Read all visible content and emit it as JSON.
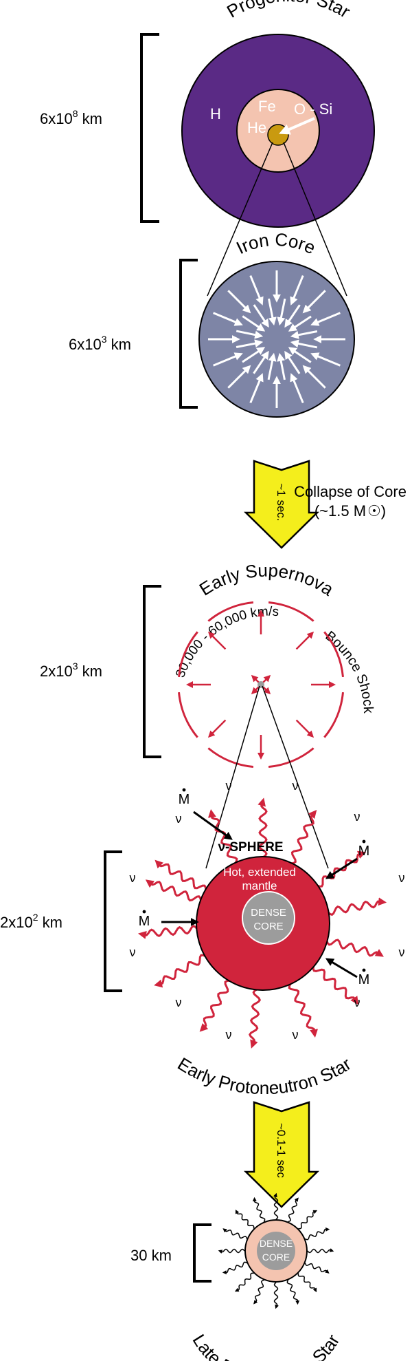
{
  "progenitor": {
    "title": "Progenitor Star",
    "scale_base": "6x10",
    "scale_exp": "8",
    "scale_unit": " km",
    "layers": {
      "h": "H",
      "he": "He",
      "fe": "Fe",
      "osi": "O - Si"
    }
  },
  "iron_core": {
    "title": "Iron Core",
    "scale_base": "6x10",
    "scale_exp": "3",
    "scale_unit": " km"
  },
  "collapse": {
    "arrow_label": "~1 sec.",
    "caption_line1": "Collapse of Core",
    "caption_line2_prefix": "(~1.5 M",
    "caption_line2_suffix": ")"
  },
  "early_supernova": {
    "title": "Early Supernova",
    "velocity": "30,000 - 60,000 km/s",
    "shock": "Bounce Shock",
    "scale_base": "2x10",
    "scale_exp": "3",
    "scale_unit": " km"
  },
  "early_pns": {
    "title": "Early Protoneutron Star",
    "nu_sphere": "ν-SPHERE",
    "mantle_line1": "Hot, extended",
    "mantle_line2": "mantle",
    "core_line1": "DENSE",
    "core_line2": "CORE",
    "nu": "ν",
    "mdot": "M",
    "scale_base": "2x10",
    "scale_exp": "2",
    "scale_unit": " km"
  },
  "transition2": {
    "arrow_label": "~0.1-1 sec"
  },
  "late_pns": {
    "title": "Late Protoneutron Star",
    "core_line1": "DENSE",
    "core_line2": "CORE",
    "scale": "30 km"
  },
  "colors": {
    "purple": "#5a2a85",
    "iron_blue": "#7e85a6",
    "red": "#d0243c",
    "peach": "#f4c4b0",
    "grey": "#9c9c9c",
    "yellow": "#f4ee1c"
  }
}
